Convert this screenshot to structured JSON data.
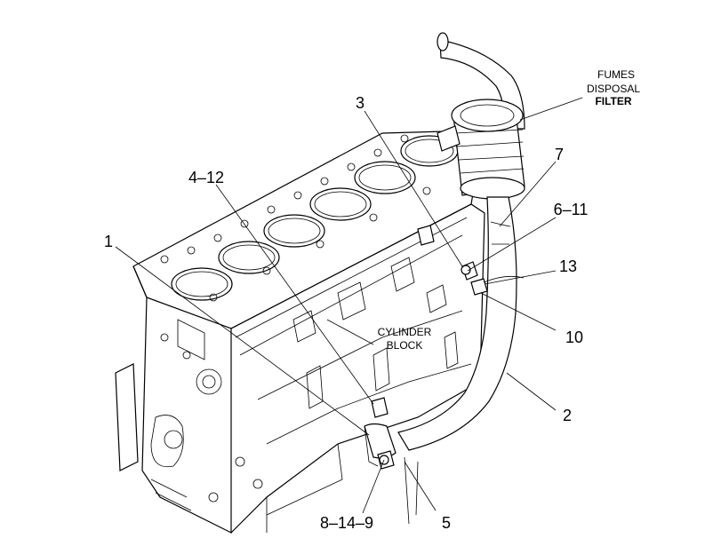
{
  "labels": {
    "fumes_line1": "FUMES",
    "fumes_line2": "DISPOSAL",
    "fumes_line3": "FILTER",
    "cyl_line1": "CYLINDER",
    "cyl_line2": "BLOCK"
  },
  "callouts": {
    "c1": "1",
    "c2": "2",
    "c3": "3",
    "c4_12": "4–12",
    "c5": "5",
    "c6_11": "6–11",
    "c7": "7",
    "c8_14_9": "8–14–9",
    "c10": "10",
    "c13": "13"
  }
}
